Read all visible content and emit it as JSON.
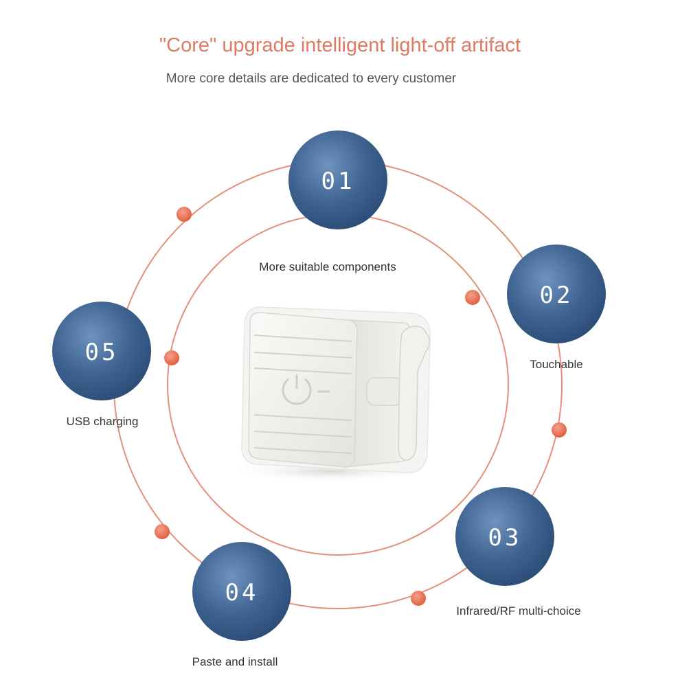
{
  "header": {
    "title": "\"Core\" upgrade intelligent light-off artifact",
    "subtitle": "More core details are dedicated to every customer"
  },
  "features": [
    {
      "number": "01",
      "caption": "More suitable components"
    },
    {
      "number": "02",
      "caption": "Touchable"
    },
    {
      "number": "03",
      "caption": "Infrared/RF multi-choice"
    },
    {
      "number": "04",
      "caption": "Paste and install"
    },
    {
      "number": "05",
      "caption": "USB charging"
    }
  ],
  "colors": {
    "accent": "#e07a62",
    "node_blue": "#3f6491",
    "ring": "#e58f7a",
    "dot": "#ec7258"
  },
  "product": {
    "icon": "light-switch-device-icon"
  }
}
